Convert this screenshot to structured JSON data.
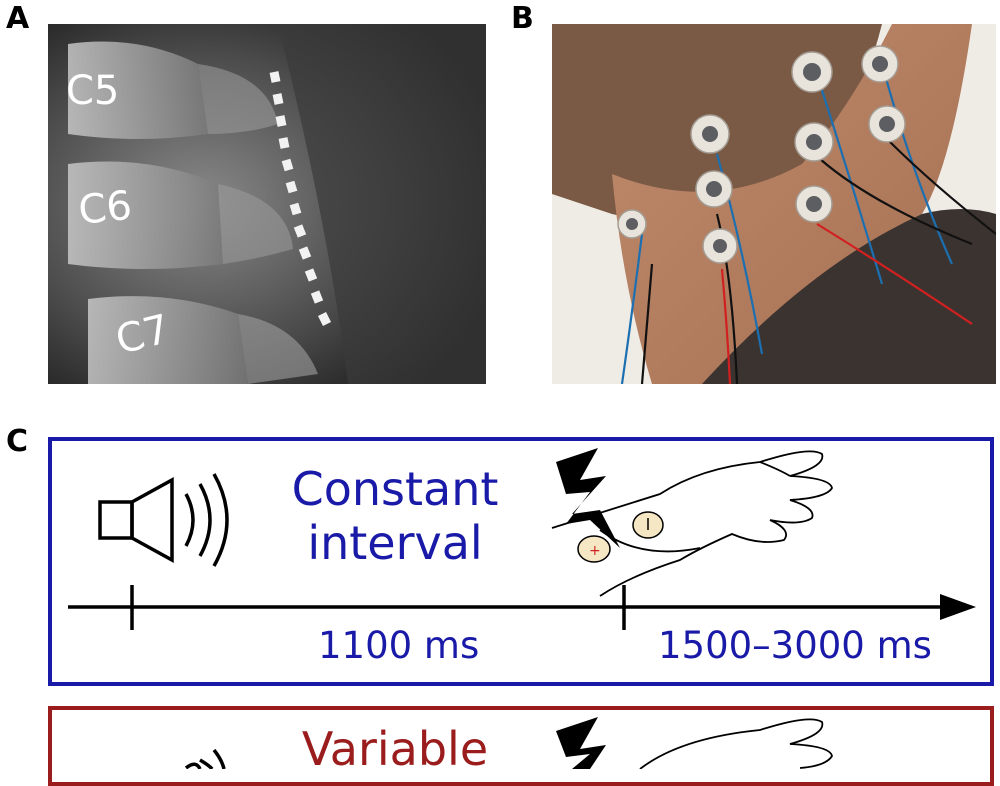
{
  "panels": {
    "a": {
      "letter": "A"
    },
    "b": {
      "letter": "B"
    },
    "c": {
      "letter": "C"
    }
  },
  "xray": {
    "vertebrae": [
      "C5",
      "C6",
      "C7"
    ]
  },
  "trials": {
    "constant": {
      "label_line1": "Constant",
      "label_line2": "interval",
      "interval": "1100 ms",
      "inter_trial": "1500–3000 ms",
      "color": "#1a1aa8"
    },
    "variable": {
      "label_line1": "Variable",
      "color": "#9a1c1c"
    }
  },
  "icons": {
    "speaker": "speaker-icon",
    "lightning": "lightning-icon",
    "hand": "hand-icon"
  }
}
